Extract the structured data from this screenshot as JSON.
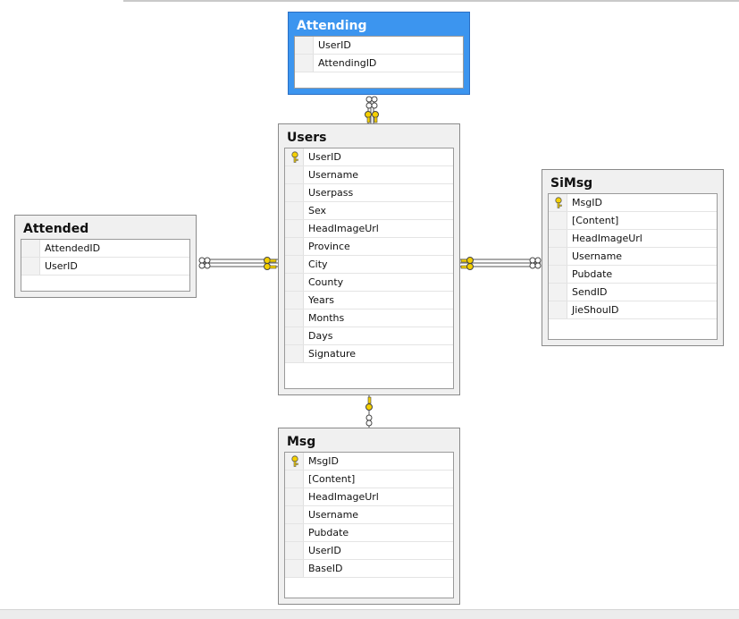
{
  "tables": {
    "attending": {
      "name": "Attending",
      "columns": [
        {
          "name": "UserID",
          "pk": false
        },
        {
          "name": "AttendingID",
          "pk": false
        }
      ]
    },
    "users": {
      "name": "Users",
      "columns": [
        {
          "name": "UserID",
          "pk": true
        },
        {
          "name": "Username",
          "pk": false
        },
        {
          "name": "Userpass",
          "pk": false
        },
        {
          "name": "Sex",
          "pk": false
        },
        {
          "name": "HeadImageUrl",
          "pk": false
        },
        {
          "name": "Province",
          "pk": false
        },
        {
          "name": "City",
          "pk": false
        },
        {
          "name": "County",
          "pk": false
        },
        {
          "name": "Years",
          "pk": false
        },
        {
          "name": "Months",
          "pk": false
        },
        {
          "name": "Days",
          "pk": false
        },
        {
          "name": "Signature",
          "pk": false
        }
      ]
    },
    "attended": {
      "name": "Attended",
      "columns": [
        {
          "name": "AttendedID",
          "pk": false
        },
        {
          "name": "UserID",
          "pk": false
        }
      ]
    },
    "simsg": {
      "name": "SiMsg",
      "columns": [
        {
          "name": "MsgID",
          "pk": true
        },
        {
          "name": "[Content]",
          "pk": false
        },
        {
          "name": "HeadImageUrl",
          "pk": false
        },
        {
          "name": "Username",
          "pk": false
        },
        {
          "name": "Pubdate",
          "pk": false
        },
        {
          "name": "SendID",
          "pk": false
        },
        {
          "name": "JieShouID",
          "pk": false
        }
      ]
    },
    "msg": {
      "name": "Msg",
      "columns": [
        {
          "name": "MsgID",
          "pk": true
        },
        {
          "name": "[Content]",
          "pk": false
        },
        {
          "name": "HeadImageUrl",
          "pk": false
        },
        {
          "name": "Username",
          "pk": false
        },
        {
          "name": "Pubdate",
          "pk": false
        },
        {
          "name": "UserID",
          "pk": false
        },
        {
          "name": "BaseID",
          "pk": false
        }
      ]
    }
  },
  "relationships": [
    {
      "from": "users",
      "to": "attending"
    },
    {
      "from": "users",
      "to": "attended"
    },
    {
      "from": "users",
      "to": "simsg"
    },
    {
      "from": "users",
      "to": "msg"
    }
  ],
  "selected_table": "attending",
  "colors": {
    "selection": "#3c95ef",
    "key": "#f5d000",
    "table_bg": "#f0f0f0"
  },
  "icons": {
    "primary_key": "key-icon",
    "infinity_end": "infinity-icon"
  }
}
